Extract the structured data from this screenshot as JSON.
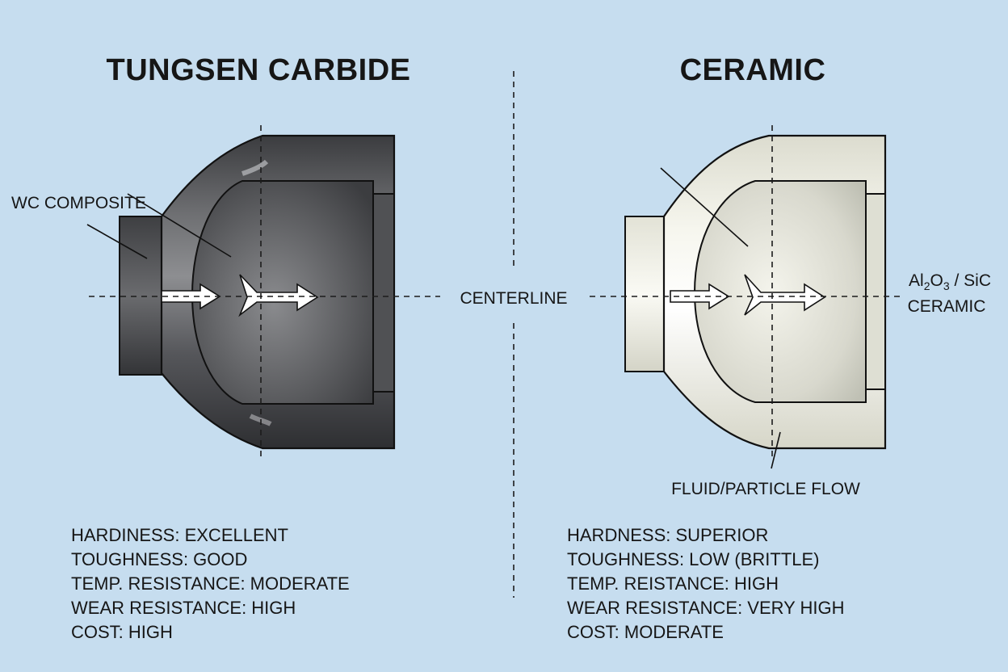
{
  "left": {
    "title": "TUNGSEN CARBIDE",
    "label": "WC COMPOSITE",
    "properties": [
      "HARDINESS: EXCELLENT",
      "TOUGHNESS: GOOD",
      "TEMP. RESISTANCE: MODERATE",
      "WEAR RESISTANCE: HIGH",
      "COST: HIGH"
    ],
    "colors": {
      "body": "#4a4b4e",
      "highlight": "#9a9b9e",
      "inner": "#5a5b5e"
    }
  },
  "right": {
    "title": "CERAMIC",
    "material_label_line1_main": "Al",
    "material_label_line1_sub1": "2",
    "material_label_line1_mid": "O",
    "material_label_line1_sub2": "3",
    "material_label_line1_end": " / SiC",
    "material_label_line2": "CERAMIC",
    "flow_label": "FLUID/PARTICLE FLOW",
    "properties": [
      "HARDNESS: SUPERIOR",
      "TOUGHNESS: LOW (BRITTLE)",
      "TEMP. REISTANCE: HIGH",
      "WEAR RESISTANCE: VERY HIGH",
      "COST: MODERATE"
    ],
    "colors": {
      "body": "#ecebe0",
      "highlight": "#ffffff",
      "inner": "#d9d9cf"
    }
  },
  "center": {
    "label": "CENTERLINE"
  }
}
